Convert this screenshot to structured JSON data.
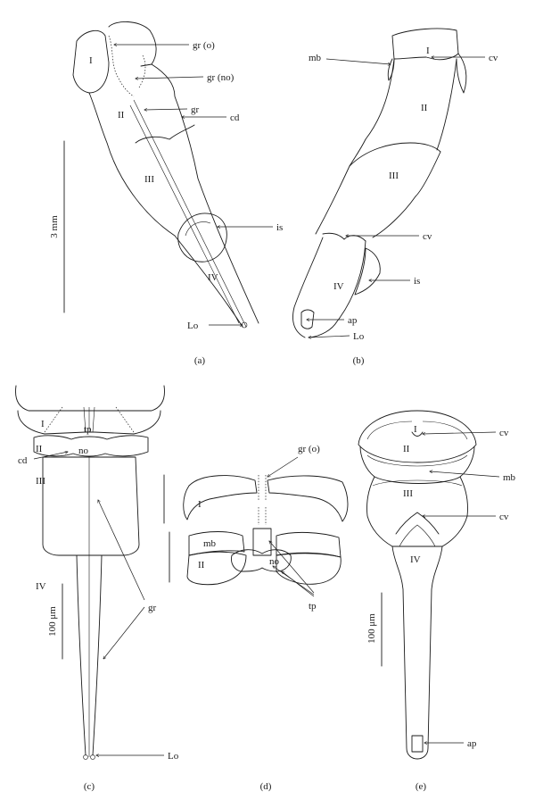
{
  "panel_a": {
    "caption": "(a)",
    "scale": "3 mm",
    "segments": [
      "I",
      "II",
      "III",
      "IV"
    ],
    "labels": {
      "gr_o": "gr (o)",
      "gr_no": "gr (no)",
      "gr": "gr",
      "cd": "cd",
      "is": "is",
      "lo": "Lo"
    }
  },
  "panel_b": {
    "caption": "(b)",
    "segments": [
      "I",
      "II",
      "III",
      "IV"
    ],
    "labels": {
      "mb": "mb",
      "cv_top": "cv",
      "cv_mid": "cv",
      "is": "is",
      "ap": "ap",
      "lo": "Lo"
    }
  },
  "panel_c": {
    "caption": "(c)",
    "scale": "100 μm",
    "segments": [
      "I",
      "II",
      "III",
      "IV"
    ],
    "labels": {
      "tp": "tp",
      "no": "no",
      "cd": "cd",
      "gr": "gr",
      "lo": "Lo"
    }
  },
  "panel_d": {
    "caption": "(d)",
    "segments": [
      "I",
      "II"
    ],
    "labels": {
      "gr_o": "gr (o)",
      "mb": "mb",
      "no": "no",
      "tp": "tp"
    }
  },
  "panel_e": {
    "caption": "(e)",
    "scale": "100 μm",
    "segments": [
      "I",
      "II",
      "III",
      "IV"
    ],
    "labels": {
      "cv_top": "cv",
      "mb": "mb",
      "cv_mid": "cv",
      "ap": "ap"
    }
  }
}
